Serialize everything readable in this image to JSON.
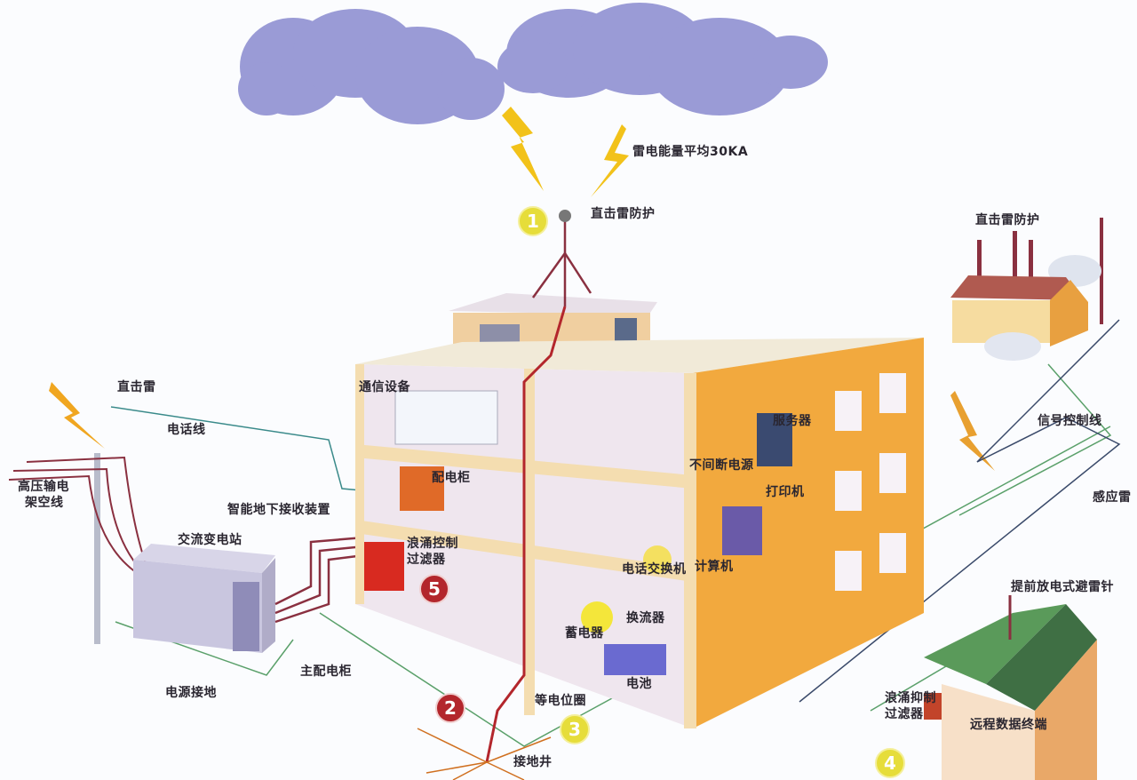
{
  "labels": {
    "lightning_energy": "雷电能量平均30KA",
    "direct_protection_main": "直击雷防护",
    "direct_strike": "直击雷",
    "phone_line": "电话线",
    "hv_line_1": "高压输电",
    "hv_line_2": "架空线",
    "ac_substation": "交流变电站",
    "underground_device": "智能地下接收装置",
    "power_ground": "电源接地",
    "main_distribution": "主配电柜",
    "comm_equipment": "通信设备",
    "distribution_cabinet": "配电柜",
    "surge_filter_1": "浪涌控制",
    "surge_filter_2": "过滤器",
    "ups": "不间断电源",
    "server": "服务器",
    "printer": "打印机",
    "phone_switch": "电话交换机",
    "computer": "计算机",
    "converter": "换流器",
    "storage": "蓄电器",
    "battery": "电池",
    "equipotential": "等电位圈",
    "ground_well": "接地井",
    "direct_protection_factory": "直击雷防护",
    "signal_line": "信号控制线",
    "induced_lightning": "感应雷",
    "esd_rod": "提前放电式避雷针",
    "remote_surge_1": "浪涌抑制",
    "remote_surge_2": "过滤器",
    "remote_terminal": "远程数据终端"
  },
  "badges": {
    "b1": "1",
    "b2": "2",
    "b3": "3",
    "b4": "4",
    "b5": "5"
  },
  "colors": {
    "cloud": "#9a9bd6",
    "bolt": "#f2c21a",
    "building": "#f2b14a",
    "ground_wire": "#b3262c",
    "signal_wire": "#3a8fb0"
  }
}
